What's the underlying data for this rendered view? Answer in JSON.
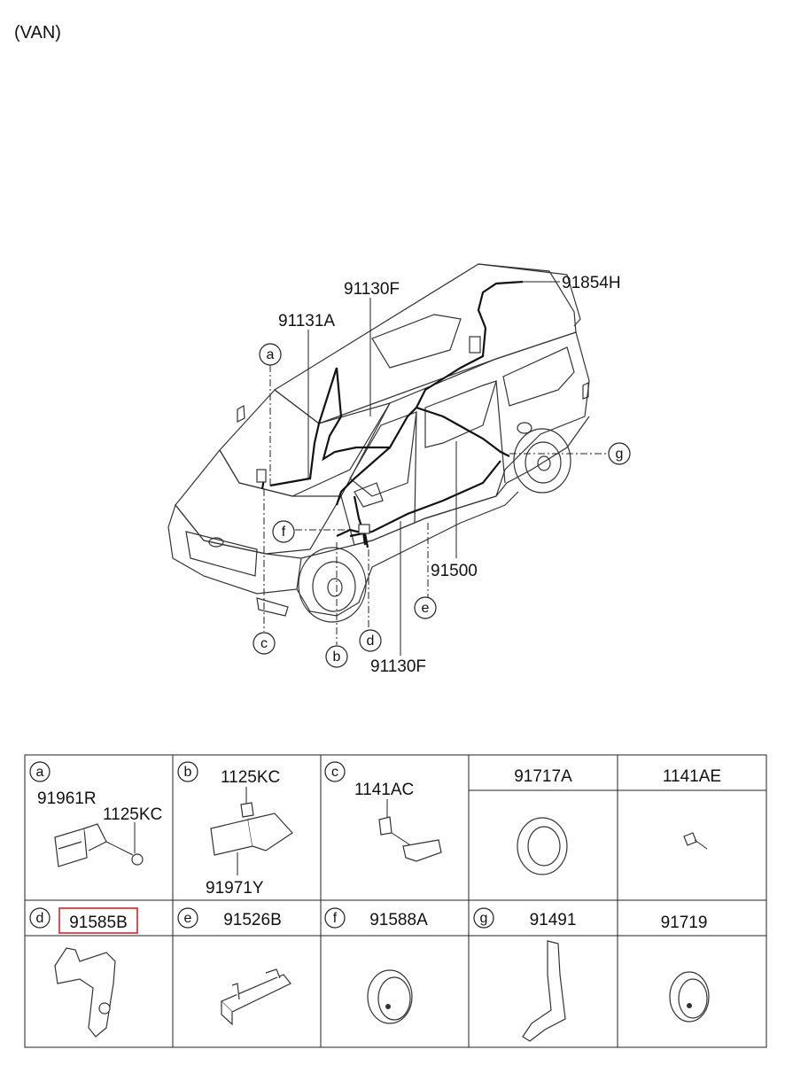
{
  "header": {
    "variant": "(VAN)"
  },
  "diagram": {
    "callouts": {
      "a": "a",
      "b": "b",
      "c": "c",
      "d": "d",
      "e": "e",
      "f": "f",
      "g": "g"
    },
    "part_labels": {
      "p91854H": "91854H",
      "p91130F_top": "91130F",
      "p91131A": "91131A",
      "p91500": "91500",
      "p91130F_bottom": "91130F"
    }
  },
  "parts_table": {
    "row1": {
      "a": {
        "letter": "a",
        "parts": [
          "91961R",
          "1125KC"
        ]
      },
      "b": {
        "letter": "b",
        "parts": [
          "1125KC",
          "91971Y"
        ]
      },
      "c": {
        "letter": "c",
        "parts": [
          "1141AC"
        ]
      },
      "col4": {
        "header": "91717A"
      },
      "col5": {
        "header": "1141AE"
      }
    },
    "row2": {
      "d": {
        "letter": "d",
        "header": "91585B",
        "highlighted": true
      },
      "e": {
        "letter": "e",
        "header": "91526B"
      },
      "f": {
        "letter": "f",
        "header": "91588A"
      },
      "g": {
        "letter": "g",
        "header": "91491"
      },
      "col5": {
        "header": "91719"
      }
    }
  },
  "colors": {
    "highlight": "#d9232d",
    "line": "#222222"
  }
}
